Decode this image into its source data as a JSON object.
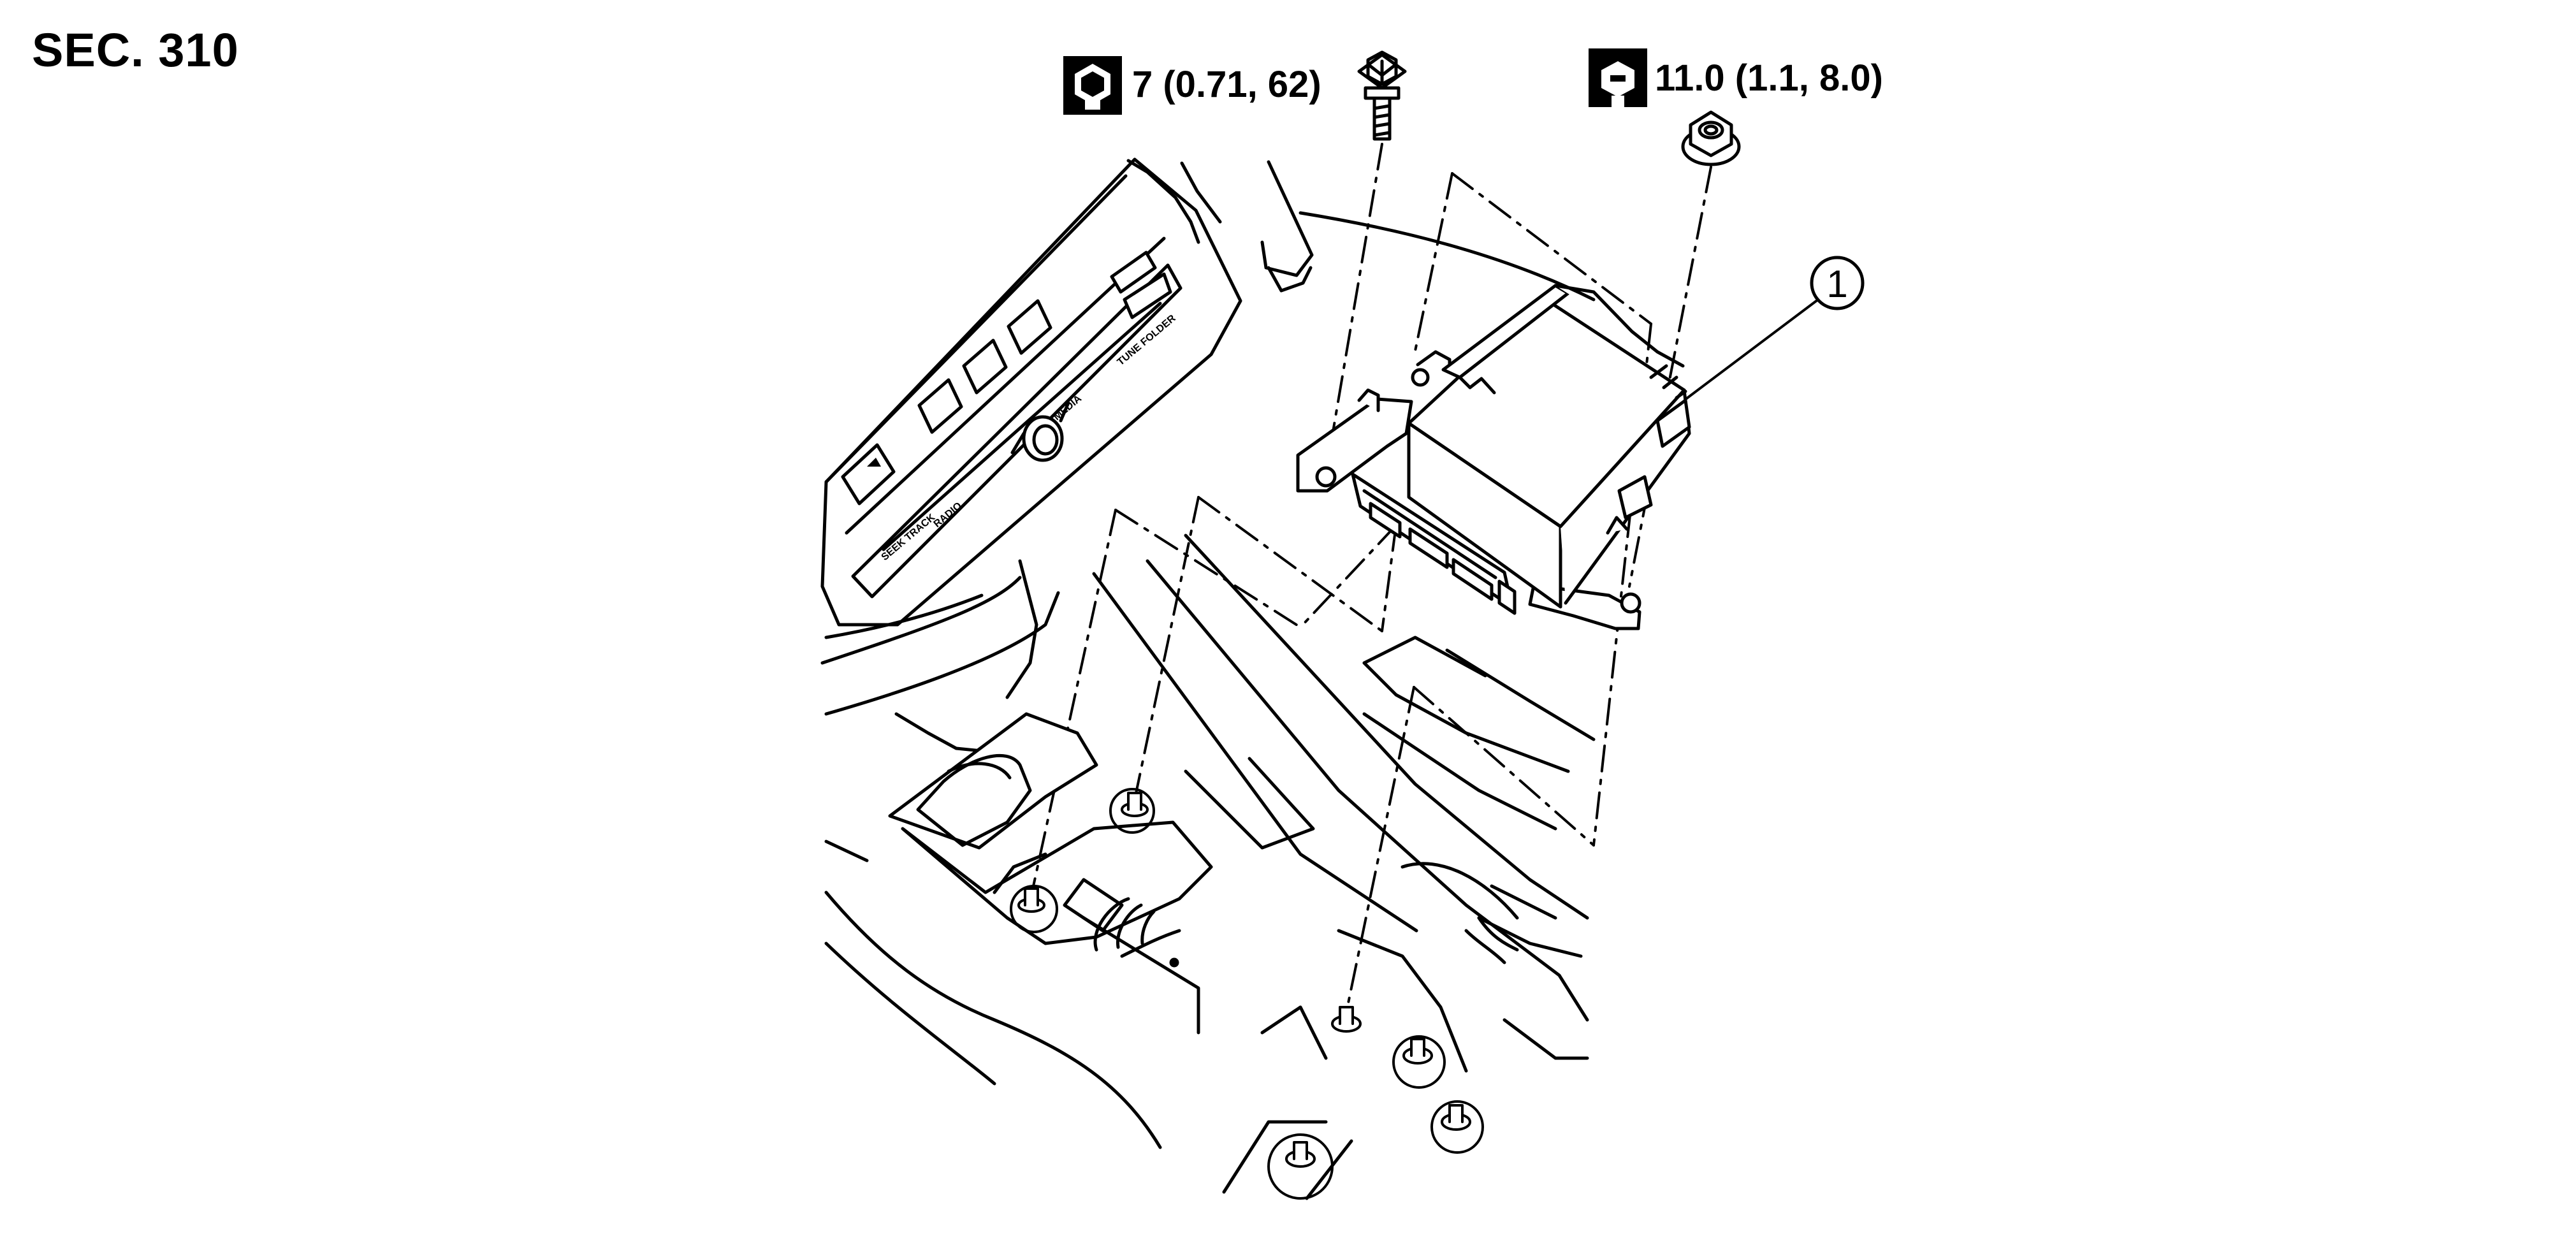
{
  "section": {
    "label": "SEC. 310"
  },
  "torque": {
    "bolt": "7 (0.71, 62)",
    "nut": "11.0 (1.1, 8.0)"
  },
  "callouts": [
    {
      "number": "1"
    }
  ],
  "radio_labels": {
    "radio": "RADIO",
    "media": "MEDIA",
    "seek": "SEEK TRACK",
    "tune": "TUNE FOLDER"
  }
}
